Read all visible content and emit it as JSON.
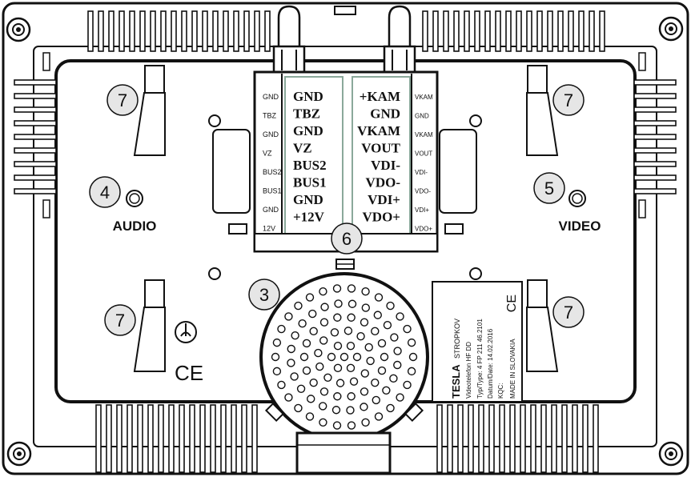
{
  "terminal": {
    "left_small": [
      "GND",
      "TBZ",
      "GND",
      "VZ",
      "BUS2",
      "BUS1",
      "GND",
      "12V"
    ],
    "left_big": [
      "GND",
      "TBZ",
      "GND",
      "VZ",
      "BUS2",
      "BUS1",
      "GND",
      "+12V"
    ],
    "right_big": [
      "+KAM",
      "GND",
      "VKAM",
      "VOUT",
      "VDI-",
      "VDO-",
      "VDI+",
      "VDO+"
    ],
    "right_small": [
      "VKAM",
      "GND",
      "VKAM",
      "VOUT",
      "VDI-",
      "VDO-",
      "VDI+",
      "VDO+"
    ]
  },
  "labels": {
    "audio": "AUDIO",
    "video": "VIDEO"
  },
  "callouts": {
    "n7": "7",
    "n4": "4",
    "n5": "5",
    "n6": "6",
    "n3": "3"
  },
  "marks": {
    "ce": "CE"
  },
  "nameplate": {
    "line1": "Videotelefon HF DD",
    "line2": "Typ/Type: 4 FP 211 46.2101",
    "line3": "Datum/Date: 14.02.2016",
    "line4": "KQC:",
    "line5": "MADE IN SLOVAKIA",
    "brand1": "STROPKOV",
    "brand2": "TESLA"
  }
}
